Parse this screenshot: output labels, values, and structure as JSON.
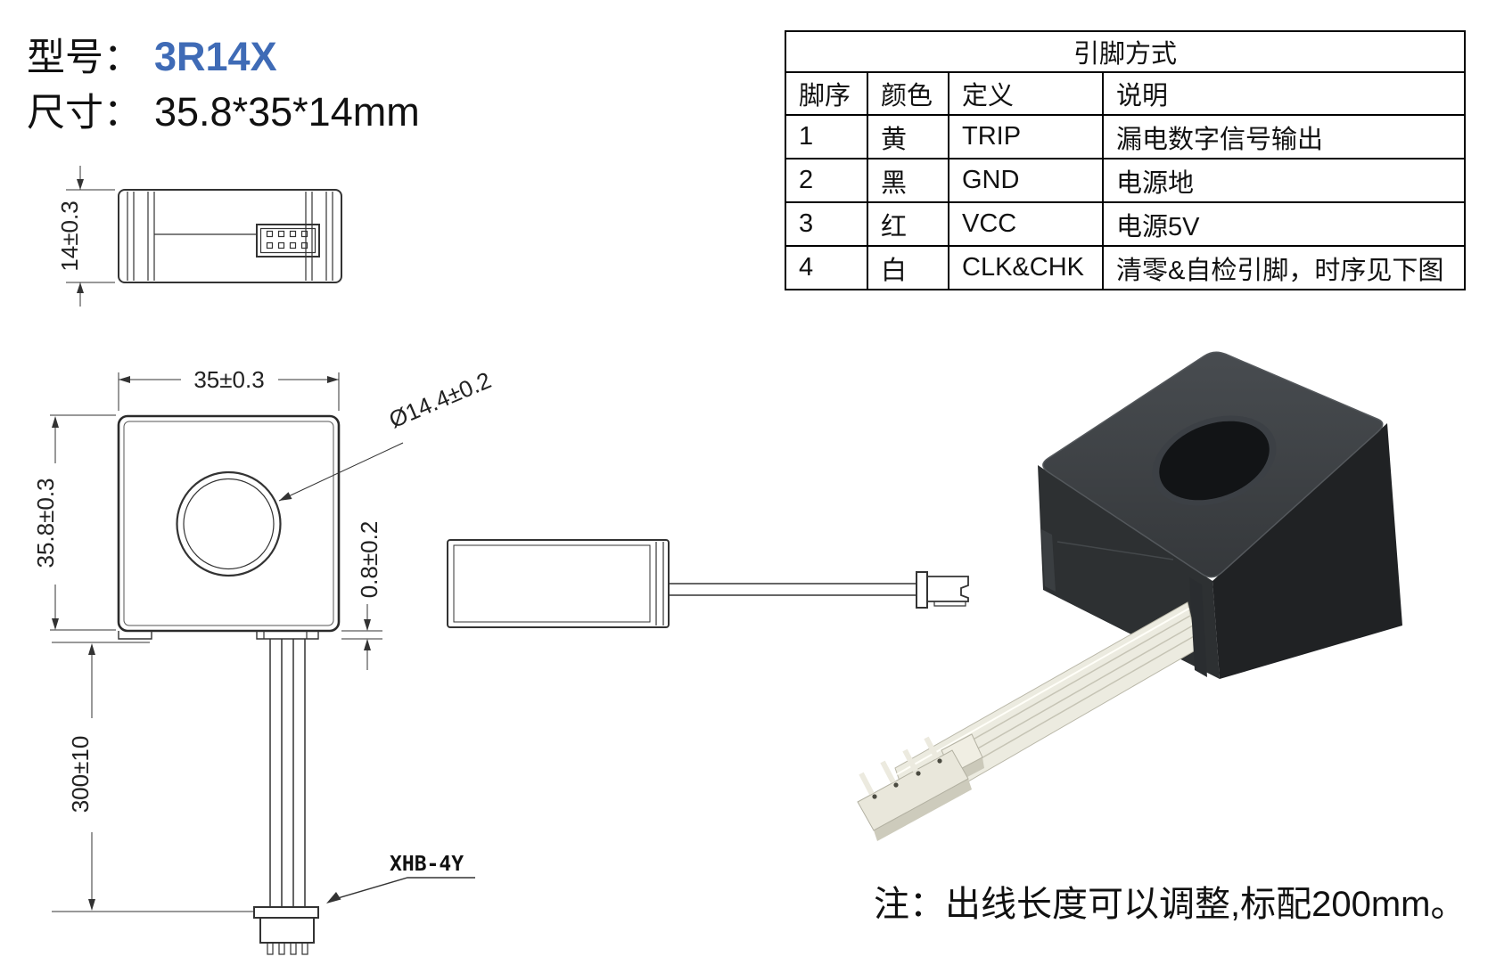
{
  "colors": {
    "accent_blue": "#3f6bb6",
    "drawing_line": "#333333",
    "block_dark": "#232527",
    "block_top": "#3e4245",
    "cable_white": "#ecebe0"
  },
  "header": {
    "model_label": "型号：",
    "model_value": "3R14X",
    "size_label": "尺寸：",
    "size_value": "35.8*35*14mm"
  },
  "pin_table": {
    "title": "引脚方式",
    "columns": [
      "脚序",
      "颜色",
      "定义",
      "说明"
    ],
    "rows": [
      [
        "1",
        "黄",
        "TRIP",
        "漏电数字信号输出"
      ],
      [
        "2",
        "黑",
        "GND",
        "电源地"
      ],
      [
        "3",
        "红",
        "VCC",
        "电源5V"
      ],
      [
        "4",
        "白",
        "CLK&CHK",
        "清零&自检引脚，时序见下图"
      ]
    ]
  },
  "dimensions": {
    "thickness": "14±0.3",
    "width": "35±0.3",
    "height": "35.8±0.3",
    "hole_diameter": "Ø14.4±0.2",
    "step": "0.8±0.2",
    "cable_length": "300±10",
    "connector_type": "XHB-4Y"
  },
  "note": "注：出线长度可以调整,标配200mm。"
}
